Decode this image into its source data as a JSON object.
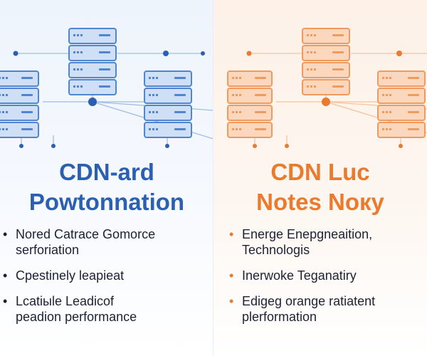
{
  "left_panel": {
    "title_line1": "CDN-ard",
    "title_line2": "Powtonnation",
    "accent_color": "#2a5fb2",
    "bullets": [
      {
        "line1": "Nored Catrace Gomorce",
        "line2": "serforiation"
      },
      {
        "line1": "Cpestinely leapieat",
        "line2": ""
      },
      {
        "line1": "Lcatiыle Leadicof",
        "line2": "peadion performance"
      }
    ]
  },
  "right_panel": {
    "title_line1": "CDN Luc",
    "title_line2": "Notes Noкy",
    "accent_color": "#ea7a2e",
    "bullets": [
      {
        "line1": "Energe Enepgneaition,",
        "line2": "Technologis"
      },
      {
        "line1": "Inerwoke Teganatiry",
        "line2": ""
      },
      {
        "line1": "Edigeg orange ratiatent",
        "line2": "plerformation"
      }
    ]
  },
  "icons": [
    "server-rack-icon",
    "network-node-icon"
  ]
}
